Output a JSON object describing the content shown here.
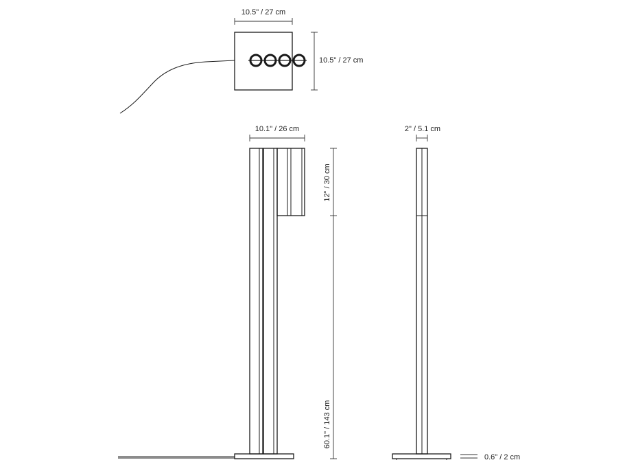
{
  "dimensions": {
    "top_width": "10.5\" / 27 cm",
    "top_depth": "10.5\" / 27 cm",
    "front_width": "10.1\" / 26 cm",
    "head_height": "12\" / 30 cm",
    "total_height": "60.1\" / 143 cm",
    "side_width": "2\" / 5.1 cm",
    "base_thickness": "0.6\" / 2 cm"
  },
  "colors": {
    "line": "#1a1a1a",
    "background": "#ffffff"
  }
}
